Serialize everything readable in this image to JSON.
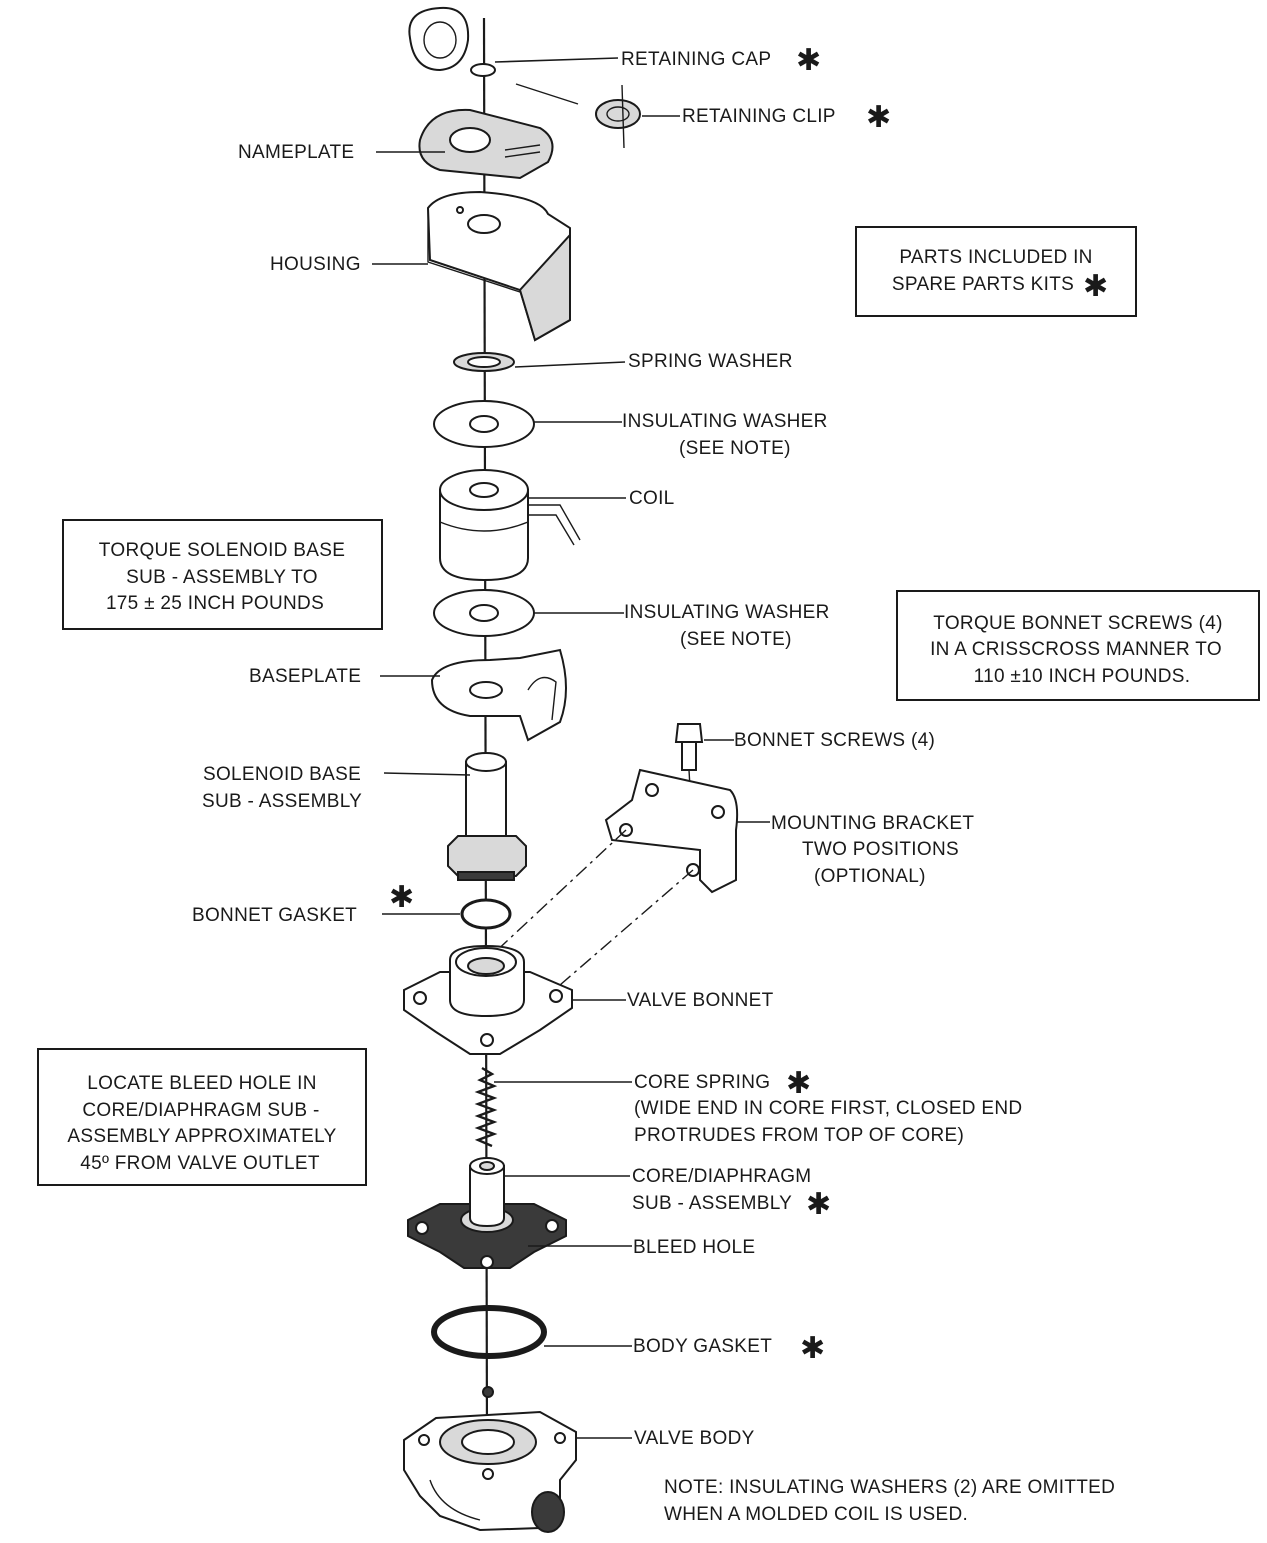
{
  "labels": {
    "retaining_cap": "RETAINING CAP",
    "retaining_clip": "RETAINING CLIP",
    "nameplate": "NAMEPLATE",
    "housing": "HOUSING",
    "spring_washer": "SPRING WASHER",
    "insulating_washer_top_1": "INSULATING WASHER",
    "insulating_washer_top_2": "(SEE NOTE)",
    "coil": "COIL",
    "insulating_washer_bottom_1": "INSULATING WASHER",
    "insulating_washer_bottom_2": "(SEE NOTE)",
    "baseplate": "BASEPLATE",
    "bonnet_screws": "BONNET SCREWS (4)",
    "solenoid_base_1": "SOLENOID BASE",
    "solenoid_base_2": "SUB - ASSEMBLY",
    "mounting_bracket_1": "MOUNTING BRACKET",
    "mounting_bracket_2": "TWO POSITIONS",
    "mounting_bracket_3": "(OPTIONAL)",
    "bonnet_gasket": "BONNET GASKET",
    "valve_bonnet": "VALVE BONNET",
    "core_spring_1": "CORE SPRING",
    "core_spring_2": "(WIDE END IN CORE FIRST, CLOSED END",
    "core_spring_3": "PROTRUDES FROM TOP OF CORE)",
    "core_diaphragm_1": "CORE/DIAPHRAGM",
    "core_diaphragm_2": "SUB - ASSEMBLY",
    "bleed_hole": "BLEED HOLE",
    "body_gasket": "BODY GASKET",
    "valve_body": "VALVE BODY"
  },
  "boxes": {
    "spare_parts": [
      "PARTS INCLUDED IN",
      "SPARE PARTS KITS"
    ],
    "torque_solenoid": [
      "TORQUE SOLENOID BASE",
      "SUB - ASSEMBLY TO",
      "175 ± 25 INCH POUNDS"
    ],
    "torque_bonnet": [
      "TORQUE BONNET SCREWS (4)",
      "IN A CRISSCROSS MANNER TO",
      "110 ±10 INCH POUNDS."
    ],
    "bleed_hole_note": [
      "LOCATE BLEED HOLE IN",
      "CORE/DIAPHRAGM SUB -",
      "ASSEMBLY APPROXIMATELY",
      "45º FROM VALVE OUTLET"
    ]
  },
  "note": [
    "NOTE:  INSULATING WASHERS (2) ARE OMITTED",
    "WHEN A MOLDED COIL IS USED."
  ],
  "spare_part_marker": "✱"
}
